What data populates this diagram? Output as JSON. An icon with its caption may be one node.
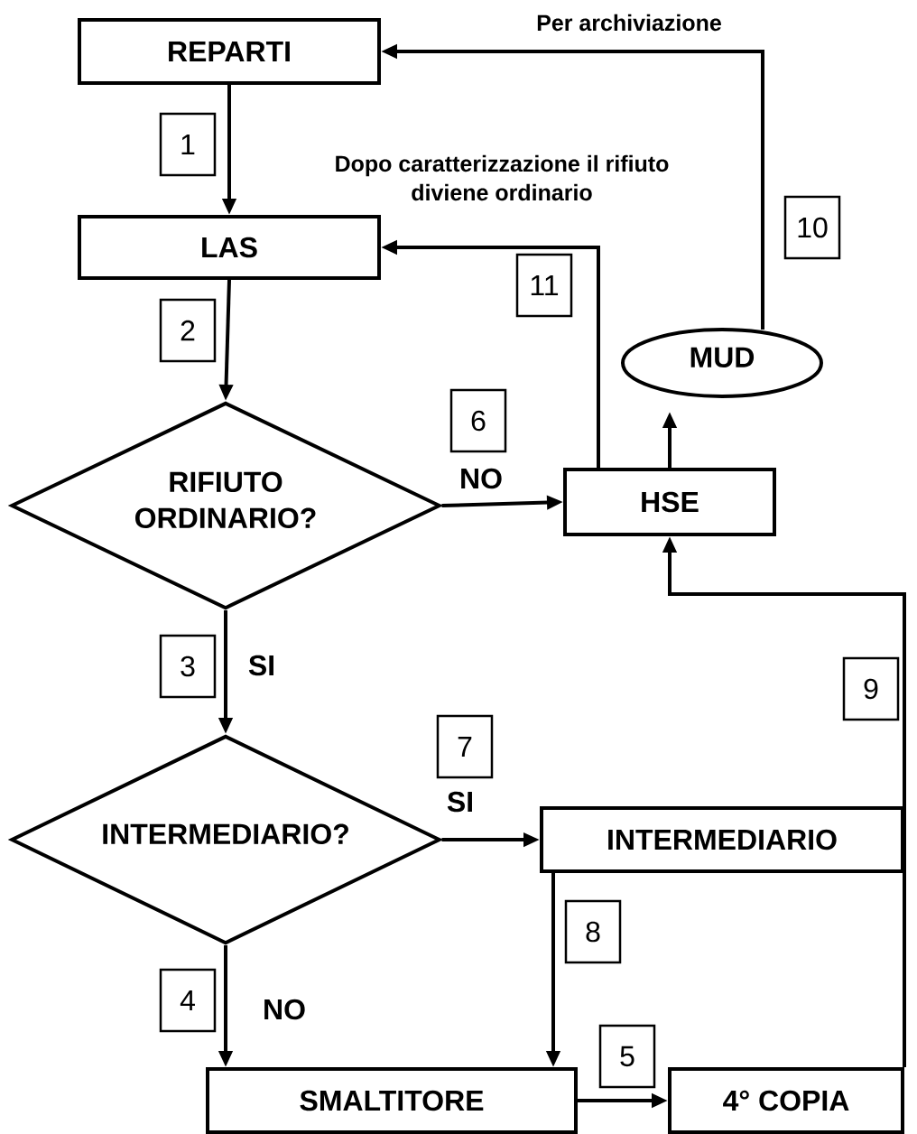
{
  "diagram": {
    "nodes": [
      {
        "text": [
          "REPARTI"
        ]
      },
      {
        "text": [
          "LAS"
        ]
      },
      {
        "text": [
          "RIFIUTO ORDINARIO?"
        ]
      },
      {
        "text": [
          "HSE"
        ]
      },
      {
        "text": [
          "MUD"
        ]
      },
      {
        "text": [
          "INTERMEDIARIO?"
        ]
      },
      {
        "text": [
          "INTERMEDIARIO"
        ]
      },
      {
        "text": [
          "SMALTITORE"
        ]
      },
      {
        "text": [
          "4° COPIA"
        ]
      }
    ],
    "edges": [
      {
        "from": 0,
        "to": 1,
        "arrow": "to"
      },
      {
        "from": 1,
        "to": 2,
        "arrow": "to"
      },
      {
        "from": 2,
        "to": 3,
        "arrow": "to",
        "label": "NO"
      },
      {
        "from": 2,
        "to": 5,
        "arrow": "to",
        "label": "SI"
      },
      {
        "from": 5,
        "to": 6,
        "arrow": "to",
        "label": "SI"
      },
      {
        "from": 5,
        "to": 7,
        "arrow": "to",
        "label": "NO"
      },
      {
        "from": 6,
        "to": 7,
        "arrow": "to"
      },
      {
        "from": 7,
        "to": 8,
        "arrow": "to"
      },
      {
        "from": 8,
        "to": 3,
        "arrow": "to"
      },
      {
        "from": 3,
        "to": 4,
        "arrow": "to"
      },
      {
        "from": 4,
        "to": 0,
        "arrow": "to",
        "label": "Per archiviazione"
      },
      {
        "from": 3,
        "to": 1,
        "arrow": "to",
        "label": "Dopo caratterizzazione il rifiuto diviene ordinario"
      }
    ],
    "labels": [
      "1",
      "10",
      "11",
      "2",
      "6",
      "3",
      "9",
      "7",
      "8",
      "4",
      "5"
    ]
  }
}
